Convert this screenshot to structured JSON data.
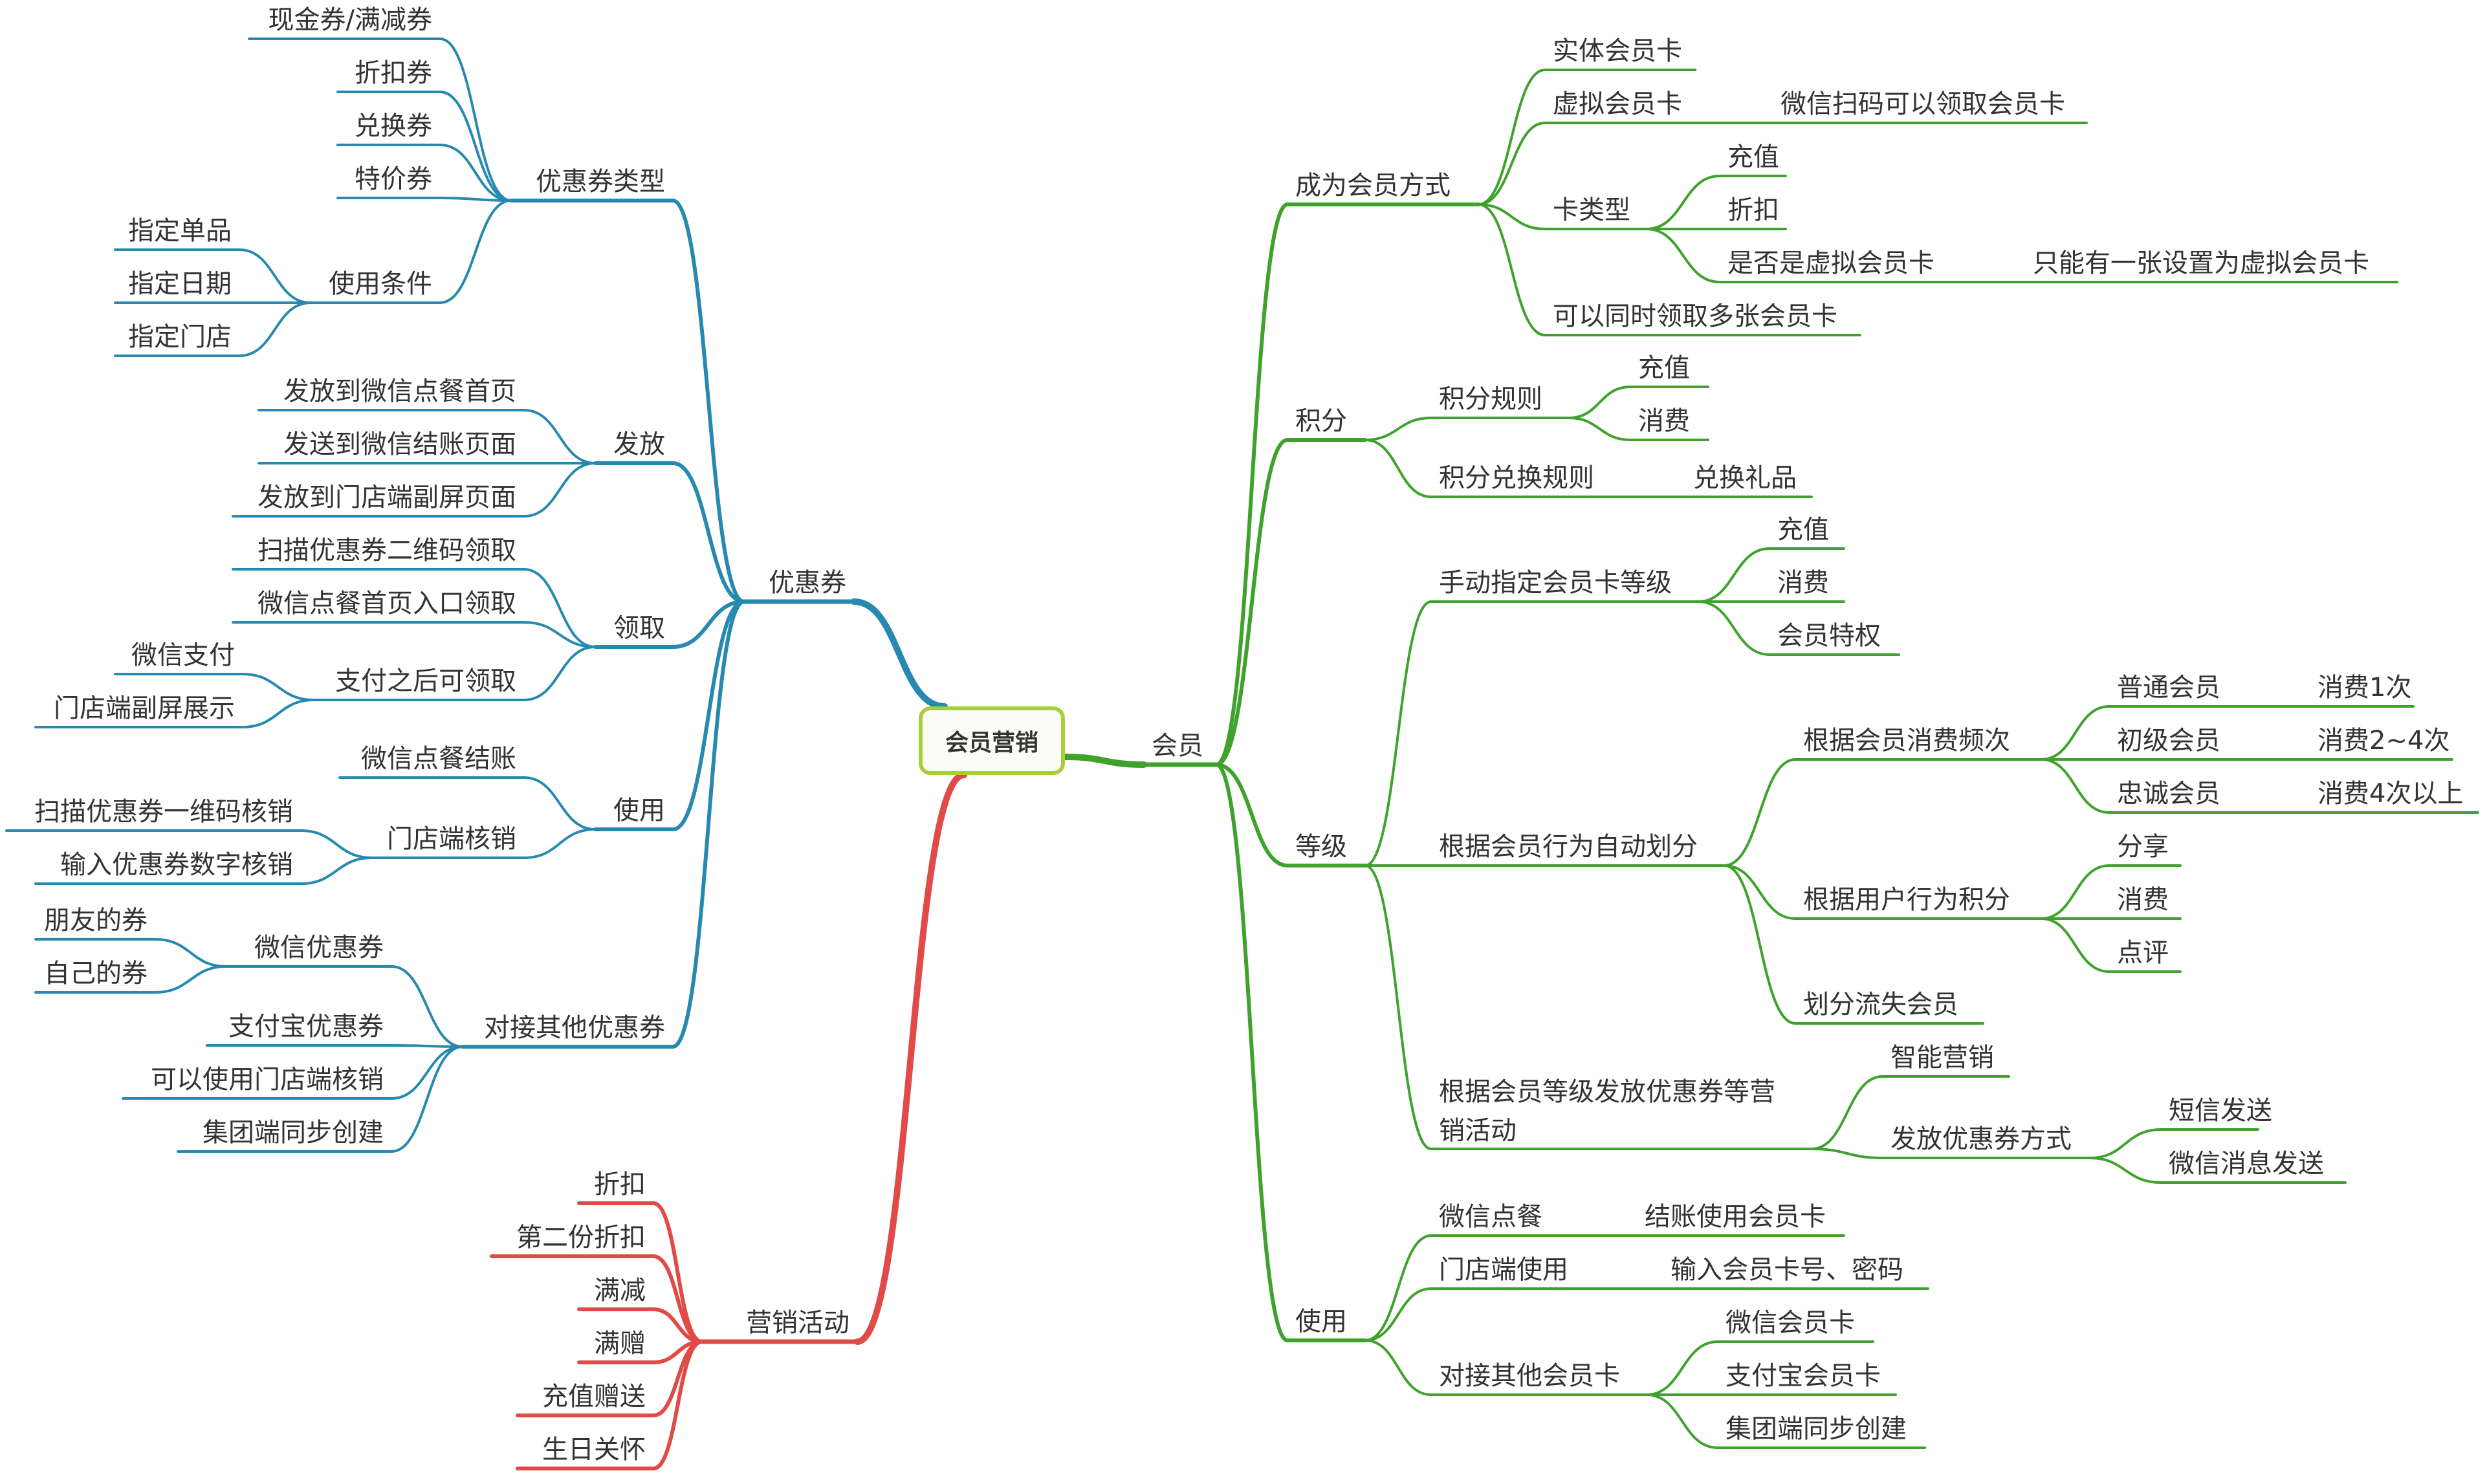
{
  "root": "会员营销",
  "colors": {
    "coupon": "#2789b0",
    "member": "#3ea22c",
    "activity": "#e04b47",
    "root_border": "#a6cf3c"
  },
  "branches": {
    "coupon": {
      "label": "优惠券",
      "types": {
        "label": "优惠券类型",
        "items": [
          "现金券/满减券",
          "折扣券",
          "兑换券",
          "特价券"
        ]
      },
      "conditions": {
        "label": "使用条件",
        "items": [
          "指定单品",
          "指定日期",
          "指定门店"
        ]
      },
      "distribute": {
        "label": "发放",
        "items": [
          "发放到微信点餐首页",
          "发送到微信结账页面",
          "发放到门店端副屏页面"
        ]
      },
      "claim": {
        "label": "领取",
        "items": [
          "扫描优惠券二维码领取",
          "微信点餐首页入口领取"
        ],
        "after_pay": {
          "label": "支付之后可领取",
          "items": [
            "微信支付",
            "门店端副屏展示"
          ]
        }
      },
      "use": {
        "label": "使用",
        "wechat_checkout": "微信点餐结账",
        "store": {
          "label": "门店端核销",
          "items": [
            "扫描优惠券一维码核销",
            "输入优惠券数字核销"
          ]
        }
      },
      "other": {
        "label": "对接其他优惠券",
        "wechat": {
          "label": "微信优惠券",
          "items": [
            "朋友的券",
            "自己的券"
          ]
        },
        "items": [
          "支付宝优惠券",
          "可以使用门店端核销",
          "集团端同步创建"
        ]
      }
    },
    "activity": {
      "label": "营销活动",
      "items": [
        "折扣",
        "第二份折扣",
        "满减",
        "满赠",
        "充值赠送",
        "生日关怀"
      ]
    },
    "member": {
      "label": "会员",
      "become": {
        "label": "成为会员方式",
        "physical": "实体会员卡",
        "virtual": {
          "label": "虚拟会员卡",
          "detail": "微信扫码可以领取会员卡"
        },
        "card_type": {
          "label": "卡类型",
          "items": [
            "充值",
            "折扣"
          ],
          "is_virtual": {
            "label": "是否是虚拟会员卡",
            "detail": "只能有一张设置为虚拟会员卡"
          }
        },
        "multi": "可以同时领取多张会员卡"
      },
      "points": {
        "label": "积分",
        "rules": {
          "label": "积分规则",
          "items": [
            "充值",
            "消费"
          ]
        },
        "exchange": {
          "label": "积分兑换规则",
          "detail": "兑换礼品"
        }
      },
      "level": {
        "label": "等级",
        "manual": {
          "label": "手动指定会员卡等级",
          "items": [
            "充值",
            "消费",
            "会员特权"
          ]
        },
        "auto": {
          "label": "根据会员行为自动划分",
          "frequency": {
            "label": "根据会员消费频次",
            "items": [
              {
                "name": "普通会员",
                "rule": "消费1次"
              },
              {
                "name": "初级会员",
                "rule": "消费2~4次"
              },
              {
                "name": "忠诚会员",
                "rule": "消费4次以上"
              }
            ]
          },
          "behavior": {
            "label": "根据用户行为积分",
            "items": [
              "分享",
              "消费",
              "点评"
            ]
          },
          "churn": "划分流失会员"
        },
        "campaign": {
          "label_line1": "根据会员等级发放优惠券等营",
          "label_line2": "销活动",
          "smart": "智能营销",
          "send": {
            "label": "发放优惠券方式",
            "items": [
              "短信发送",
              "微信消息发送"
            ]
          }
        }
      },
      "use": {
        "label": "使用",
        "wechat": {
          "label": "微信点餐",
          "detail": "结账使用会员卡"
        },
        "store": {
          "label": "门店端使用",
          "detail": "输入会员卡号、密码"
        },
        "other": {
          "label": "对接其他会员卡",
          "items": [
            "微信会员卡",
            "支付宝会员卡",
            "集团端同步创建"
          ]
        }
      }
    }
  }
}
